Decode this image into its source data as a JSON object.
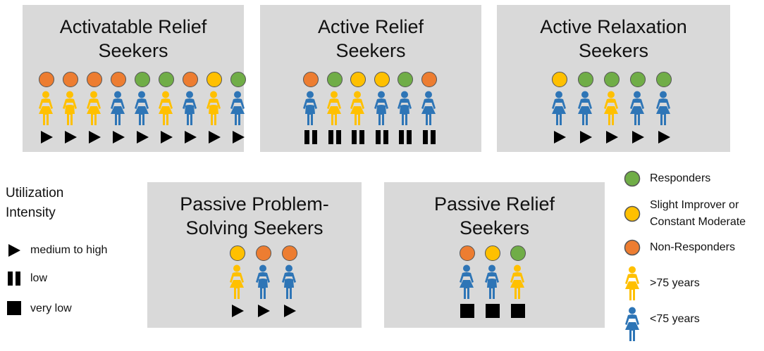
{
  "colors": {
    "responder": "#70ad47",
    "slight": "#ffc000",
    "non": "#ed7d31",
    "old": "#ffc000",
    "young": "#2e75b6",
    "panel": "#d9d9d9"
  },
  "panels": [
    {
      "title_lines": [
        "Activatable Relief",
        "Seekers"
      ],
      "intensity": "medium",
      "members": [
        {
          "outcome": "non",
          "age": "old",
          "sex": "f"
        },
        {
          "outcome": "non",
          "age": "old",
          "sex": "m"
        },
        {
          "outcome": "non",
          "age": "old",
          "sex": "f"
        },
        {
          "outcome": "non",
          "age": "young",
          "sex": "f"
        },
        {
          "outcome": "responder",
          "age": "young",
          "sex": "f"
        },
        {
          "outcome": "responder",
          "age": "old",
          "sex": "f"
        },
        {
          "outcome": "non",
          "age": "young",
          "sex": "m"
        },
        {
          "outcome": "slight",
          "age": "old",
          "sex": "m"
        },
        {
          "outcome": "responder",
          "age": "young",
          "sex": "f"
        }
      ]
    },
    {
      "title_lines": [
        "Active Relief",
        "Seekers"
      ],
      "intensity": "low",
      "members": [
        {
          "outcome": "non",
          "age": "young",
          "sex": "m"
        },
        {
          "outcome": "responder",
          "age": "old",
          "sex": "f"
        },
        {
          "outcome": "slight",
          "age": "old",
          "sex": "f"
        },
        {
          "outcome": "slight",
          "age": "young",
          "sex": "m"
        },
        {
          "outcome": "responder",
          "age": "young",
          "sex": "m"
        },
        {
          "outcome": "non",
          "age": "young",
          "sex": "f"
        }
      ]
    },
    {
      "title_lines": [
        "Active Relaxation",
        "Seekers"
      ],
      "intensity": "medium",
      "members": [
        {
          "outcome": "slight",
          "age": "young",
          "sex": "f"
        },
        {
          "outcome": "responder",
          "age": "young",
          "sex": "f"
        },
        {
          "outcome": "responder",
          "age": "old",
          "sex": "f"
        },
        {
          "outcome": "responder",
          "age": "young",
          "sex": "f"
        },
        {
          "outcome": "responder",
          "age": "young",
          "sex": "f"
        }
      ]
    },
    {
      "title_lines": [
        "Passive Problem-",
        "Solving Seekers"
      ],
      "intensity": "medium",
      "members": [
        {
          "outcome": "slight",
          "age": "old",
          "sex": "f"
        },
        {
          "outcome": "non",
          "age": "young",
          "sex": "m"
        },
        {
          "outcome": "non",
          "age": "young",
          "sex": "m"
        }
      ]
    },
    {
      "title_lines": [
        "Passive Relief",
        "Seekers"
      ],
      "intensity": "verylow",
      "members": [
        {
          "outcome": "non",
          "age": "young",
          "sex": "f"
        },
        {
          "outcome": "slight",
          "age": "young",
          "sex": "m"
        },
        {
          "outcome": "responder",
          "age": "old",
          "sex": "f"
        }
      ]
    }
  ],
  "legend_intensity": {
    "title_lines": [
      "Utilization",
      "Intensity"
    ],
    "items": [
      {
        "kind": "medium",
        "label": "medium to high"
      },
      {
        "kind": "low",
        "label": "low"
      },
      {
        "kind": "verylow",
        "label": "very low"
      }
    ]
  },
  "legend_outcome": {
    "items": [
      {
        "kind": "responder",
        "lines": [
          "Responders"
        ]
      },
      {
        "kind": "slight",
        "lines": [
          "Slight Improver or",
          "Constant Moderate"
        ]
      },
      {
        "kind": "non",
        "lines": [
          "Non-Responders"
        ]
      },
      {
        "kind": "old",
        "lines": [
          ">75 years"
        ]
      },
      {
        "kind": "young",
        "lines": [
          "<75 years"
        ]
      }
    ]
  }
}
